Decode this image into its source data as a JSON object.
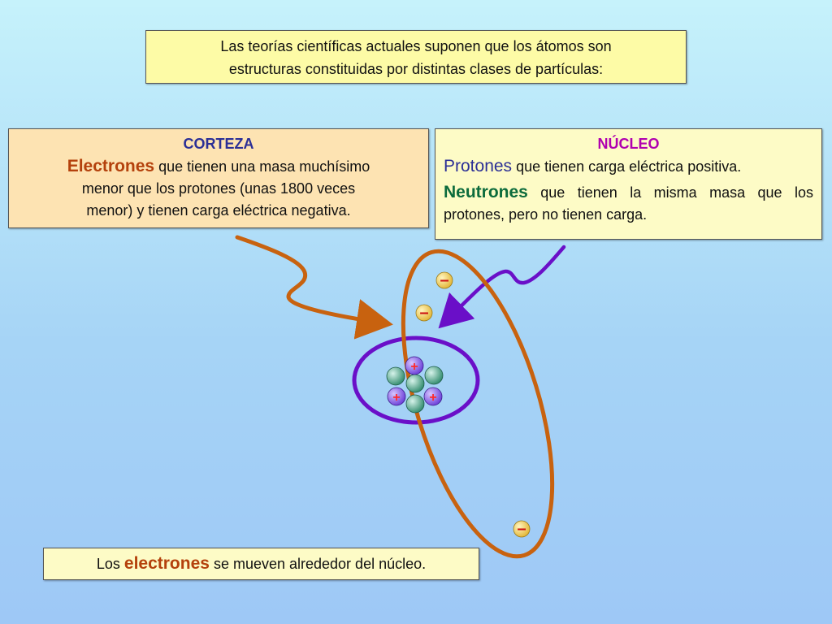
{
  "intro": {
    "line1": "Las teorías científicas actuales suponen que los átomos son",
    "line2": "estructuras constituidas por distintas clases de partículas:"
  },
  "corteza": {
    "heading": "CORTEZA",
    "keyword": "Electrones",
    "text_rest_line1": " que tienen una masa muchísimo",
    "line2": "menor que los protones (unas 1800 veces",
    "line3": "menor) y tienen carga eléctrica negativa."
  },
  "nucleo": {
    "heading": "NÚCLEO",
    "protones_keyword": "Protones",
    "protones_text": " que tienen carga eléctrica positiva.",
    "neutrones_keyword": "Neutrones",
    "neutrones_text": " que tienen la misma masa que los protones, pero no tienen carga."
  },
  "bottom": {
    "prefix": "Los ",
    "keyword": "electrones",
    "suffix": " se mueven alrededor del núcleo."
  },
  "symbols": {
    "electron": "–",
    "proton": "+"
  },
  "colors": {
    "orbit_outer": "#c8620f",
    "orbit_inner": "#6a0fc8",
    "arrow_corteza": "#c8620f",
    "arrow_nucleo": "#6a0fc8",
    "electron_fill": "#f6d55a",
    "electron_sign": "#cc1111",
    "proton_fill": "#8a5cf0",
    "proton_sign": "#ff2a2a",
    "neutron_fill": "#3c9b7c"
  }
}
